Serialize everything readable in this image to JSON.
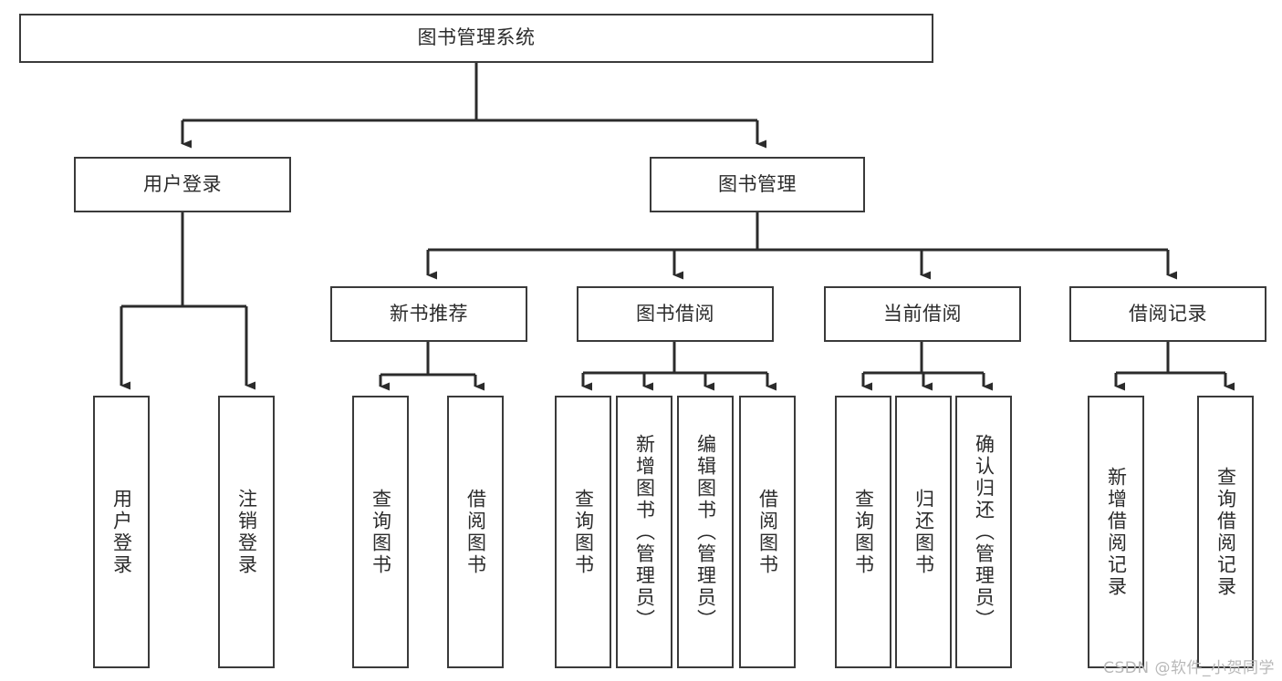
{
  "diagram": {
    "type": "hierarchy-tree",
    "title": "图书管理系统",
    "root": {
      "id": "root",
      "label": "图书管理系统"
    },
    "level2": [
      {
        "id": "user-login",
        "label": "用户登录"
      },
      {
        "id": "book-management",
        "label": "图书管理"
      }
    ],
    "level3": [
      {
        "id": "new-book-recommend",
        "label": "新书推荐",
        "parent": "book-management"
      },
      {
        "id": "book-borrow",
        "label": "图书借阅",
        "parent": "book-management"
      },
      {
        "id": "current-borrow",
        "label": "当前借阅",
        "parent": "book-management"
      },
      {
        "id": "borrow-record",
        "label": "借阅记录",
        "parent": "book-management"
      }
    ],
    "leaves": {
      "user_login": [
        {
          "id": "leaf-user-login",
          "label": "用户登录"
        },
        {
          "id": "leaf-logout-login",
          "label": "注销登录"
        }
      ],
      "new_book_recommend": [
        {
          "id": "leaf-query-book-1",
          "label": "查询图书"
        },
        {
          "id": "leaf-borrow-book-1",
          "label": "借阅图书"
        }
      ],
      "book_borrow": [
        {
          "id": "leaf-query-book-2",
          "label": "查询图书"
        },
        {
          "id": "leaf-add-book",
          "label": "新增图书（管理员）"
        },
        {
          "id": "leaf-edit-book",
          "label": "编辑图书（管理员）"
        },
        {
          "id": "leaf-borrow-book-2",
          "label": "借阅图书"
        }
      ],
      "current_borrow": [
        {
          "id": "leaf-query-book-3",
          "label": "查询图书"
        },
        {
          "id": "leaf-return-book",
          "label": "归还图书"
        },
        {
          "id": "leaf-confirm-return",
          "label": "确认归还（管理员）"
        }
      ],
      "borrow_record": [
        {
          "id": "leaf-add-record",
          "label": "新增借阅记录"
        },
        {
          "id": "leaf-query-record",
          "label": "查询借阅记录"
        }
      ]
    },
    "watermark": "CSDN @软件_小贺同学",
    "colors": {
      "box_border": "#3a3a3a",
      "box_fill": "#ffffff",
      "connector": "#2b2b2b",
      "text": "#2b2b2b",
      "watermark": "#b8b8b8",
      "background": "#ffffff"
    }
  }
}
